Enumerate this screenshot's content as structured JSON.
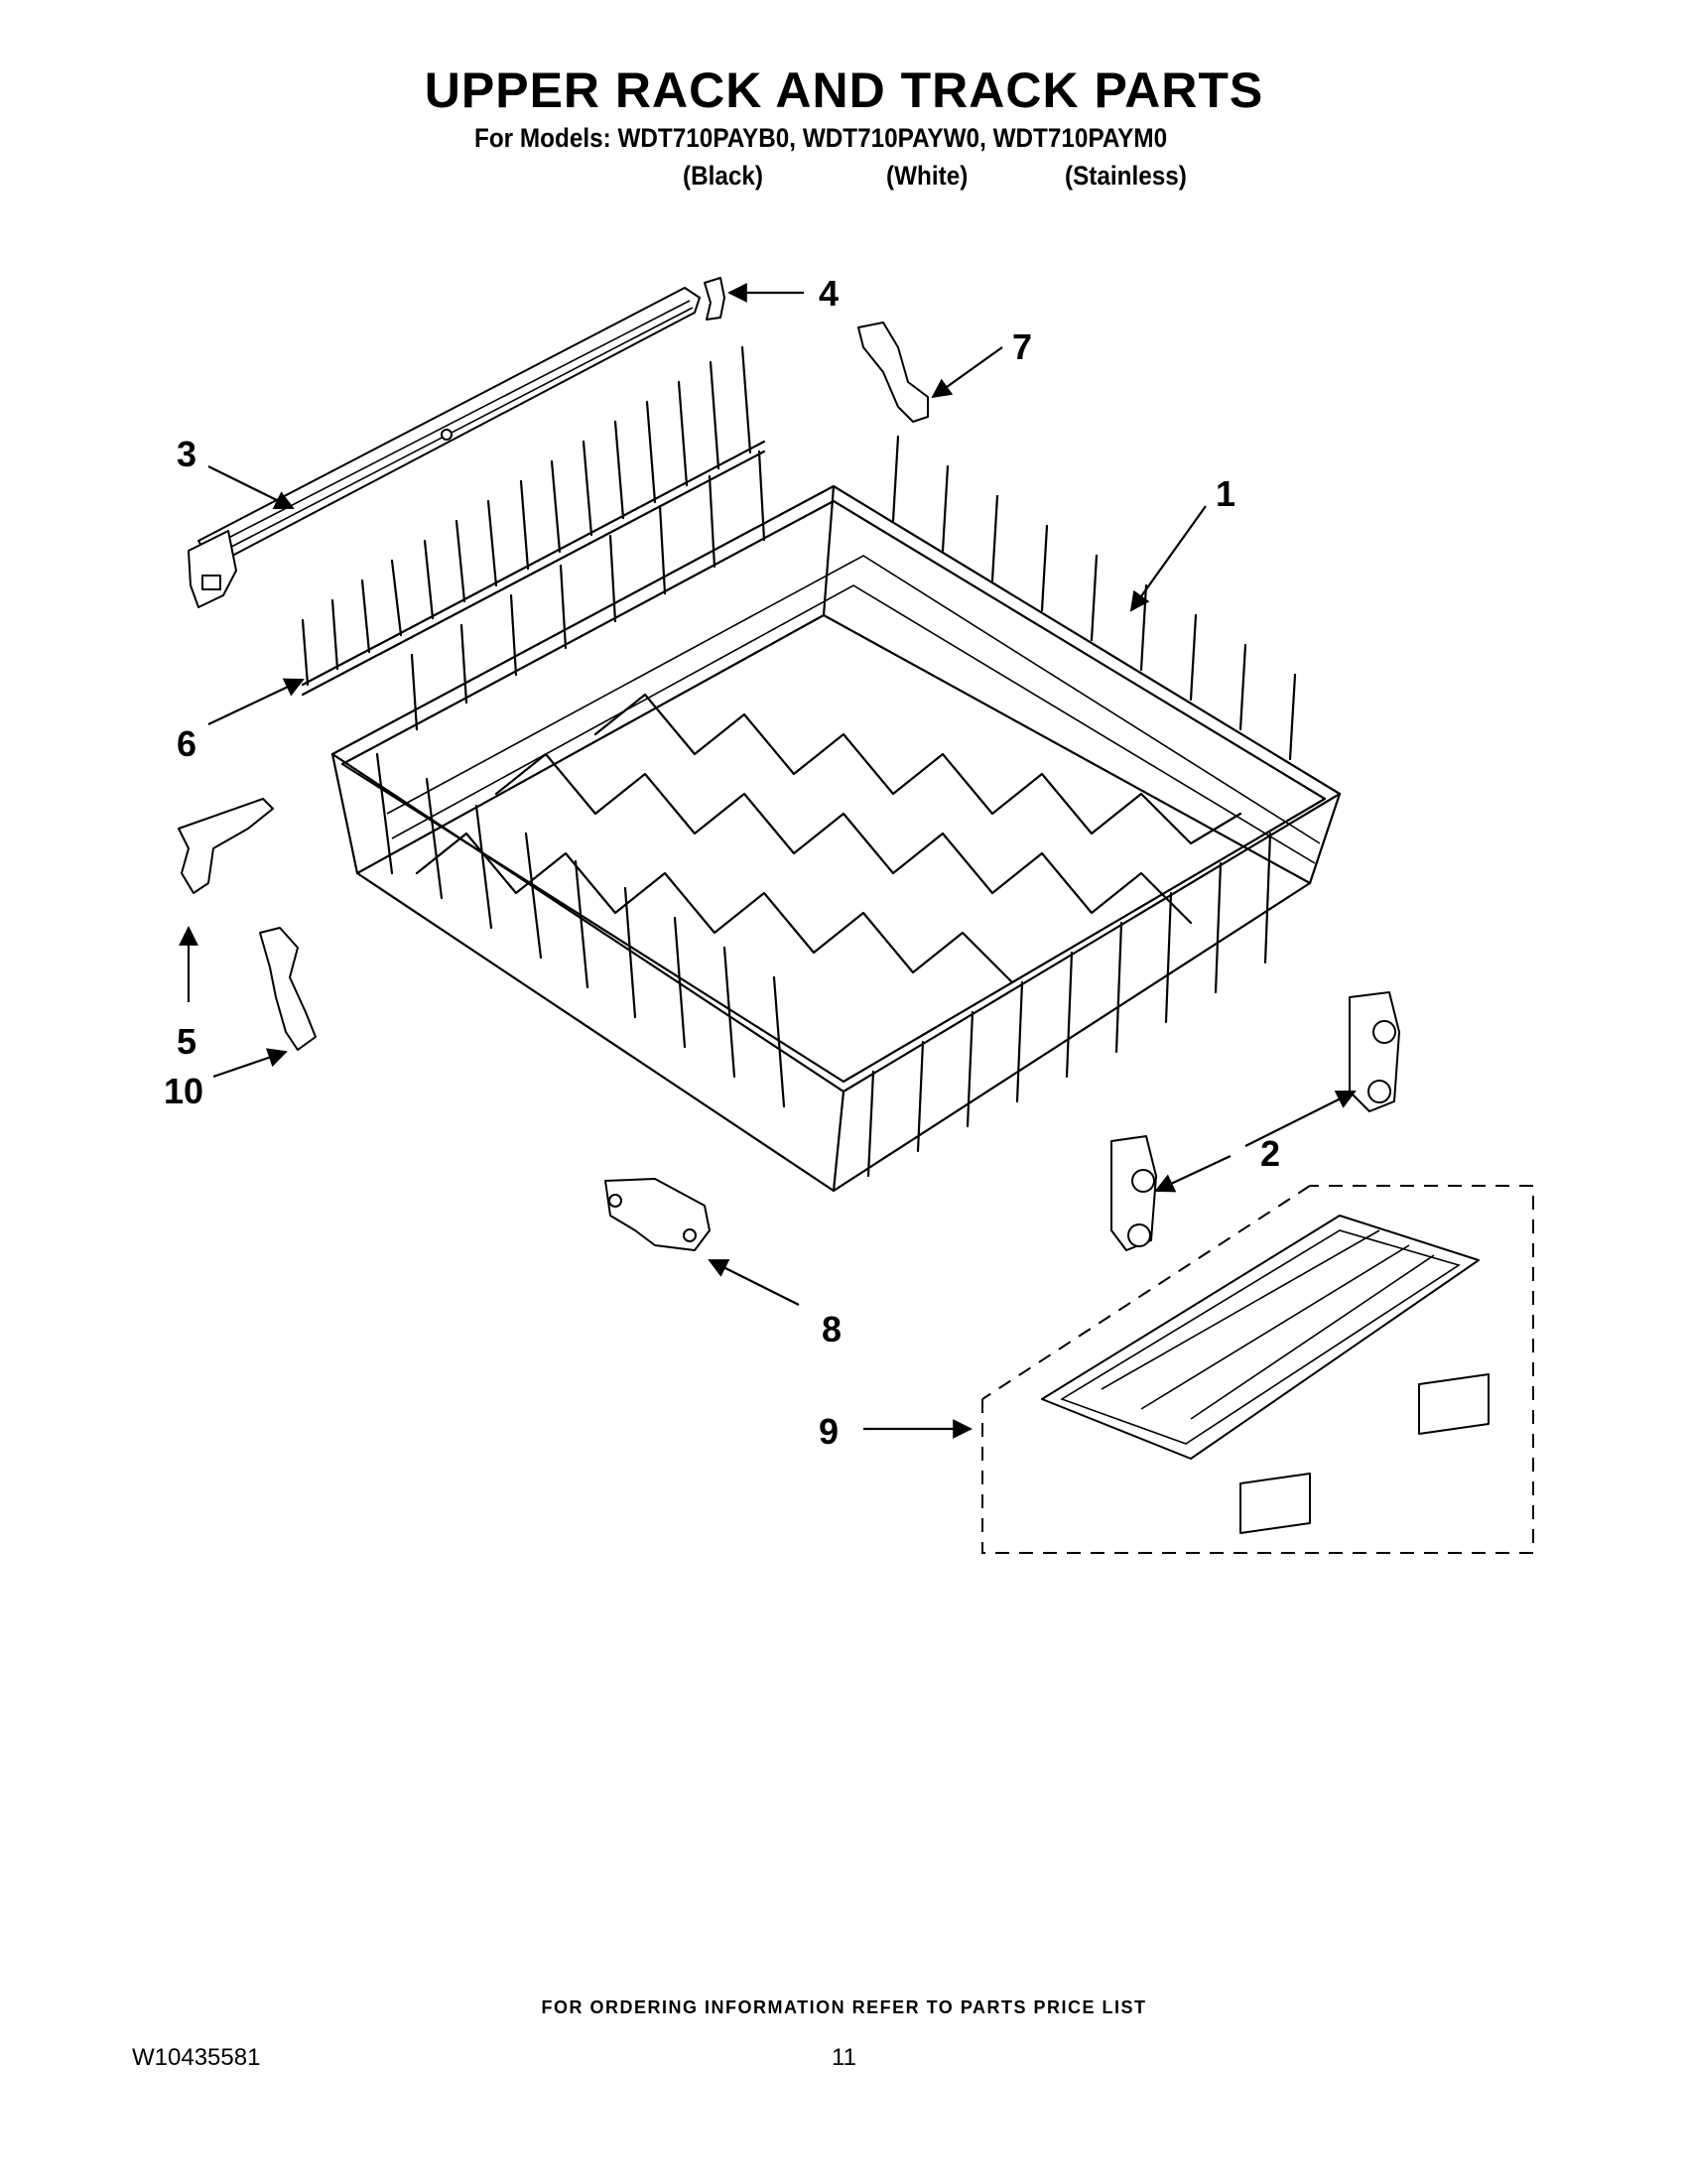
{
  "header": {
    "title": "UPPER RACK AND TRACK PARTS",
    "models_line": "For Models: WDT710PAYB0, WDT710PAYW0, WDT710PAYM0",
    "color_black": "(Black)",
    "color_white": "(White)",
    "color_stainless": "(Stainless)"
  },
  "callouts": [
    "1",
    "2",
    "3",
    "4",
    "5",
    "6",
    "7",
    "8",
    "9",
    "10"
  ],
  "footer": {
    "ordering_note": "FOR ORDERING INFORMATION REFER TO PARTS PRICE LIST",
    "document_number": "W10435581",
    "page_number": "11"
  }
}
